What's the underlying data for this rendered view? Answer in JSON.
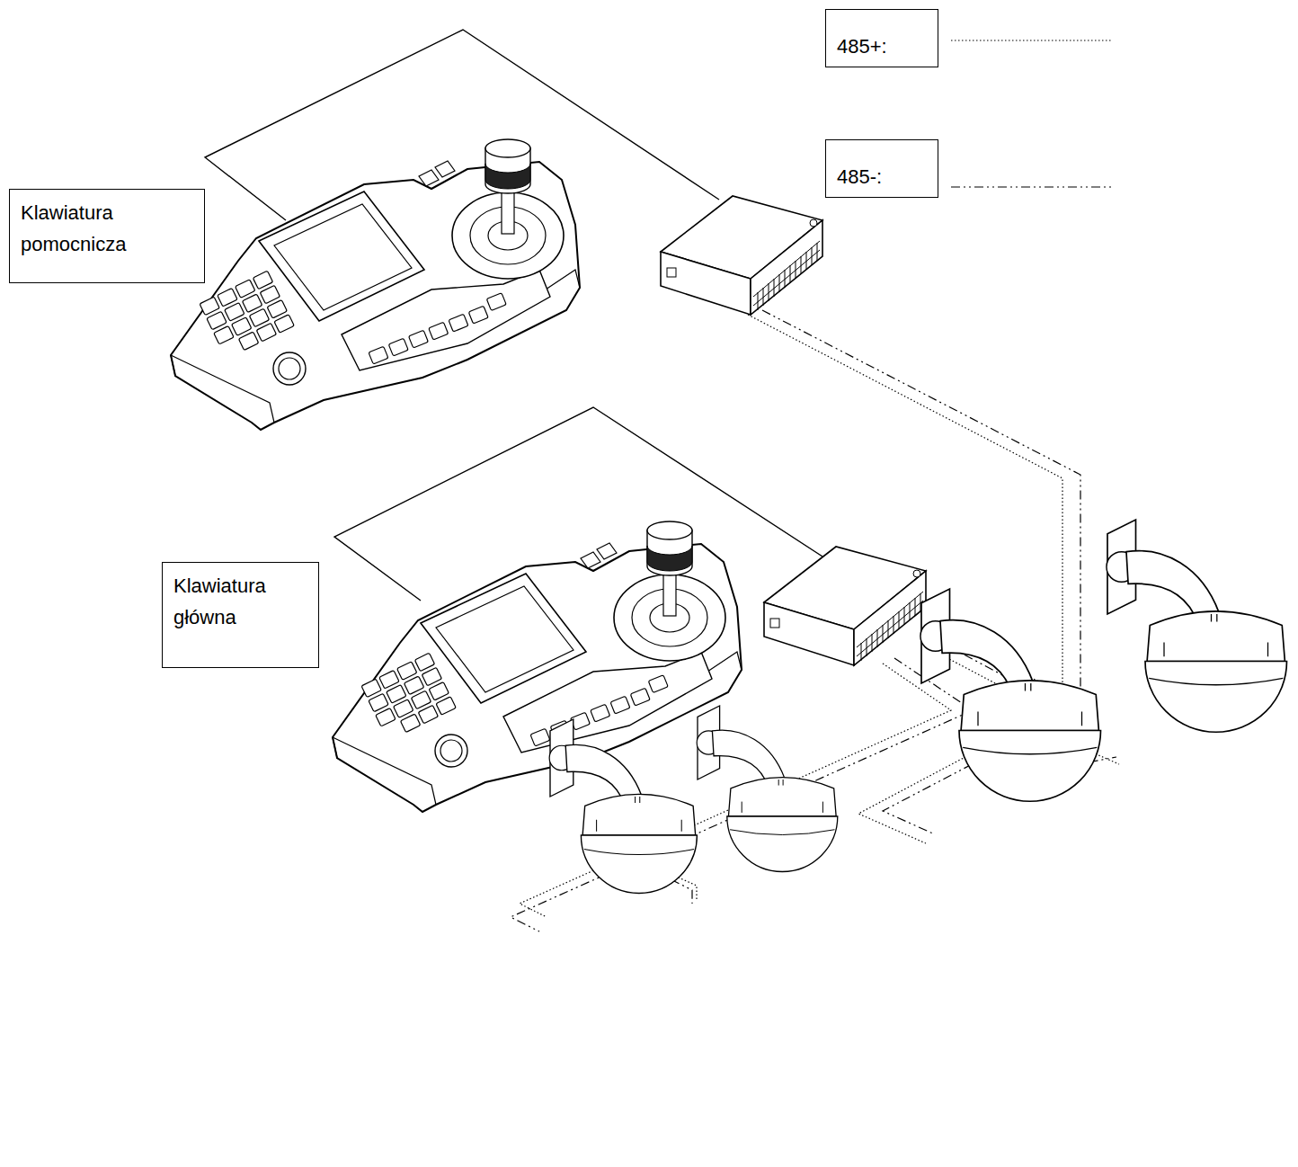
{
  "diagram": {
    "nodes": [
      {
        "text": [
          "Klawiatura pomocnicza"
        ]
      },
      {
        "text": [
          "Klawiatura główna"
        ]
      }
    ],
    "legend": [
      {
        "text": "485+:"
      },
      {
        "text": "485-:"
      }
    ]
  }
}
